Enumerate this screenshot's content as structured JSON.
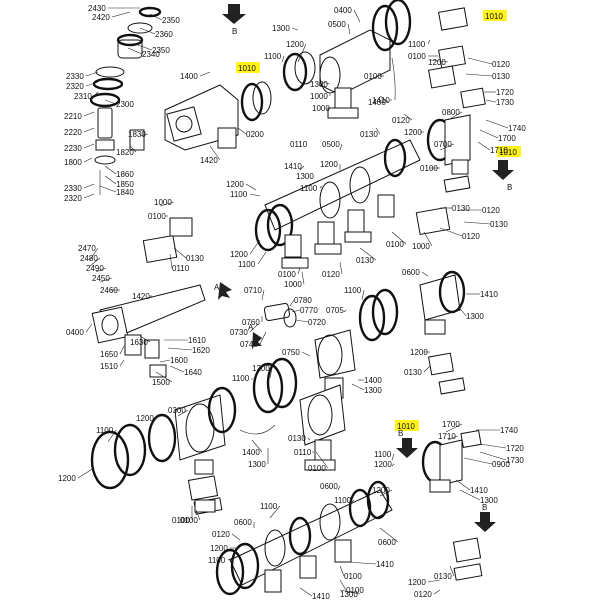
{
  "diagram": {
    "highlight_color": "#fff200",
    "arrow_labels": [
      "B",
      "B",
      "A",
      "A",
      "B",
      "B"
    ],
    "highlighted": [
      "1010",
      "1010",
      "1010",
      "1010"
    ],
    "labels": [
      "2430",
      "2420",
      "2350",
      "2360",
      "2350",
      "2340",
      "2330",
      "2320",
      "2310",
      "2300",
      "2210",
      "2220",
      "2230",
      "1830",
      "1820",
      "1800",
      "1860",
      "1850",
      "1840",
      "2330",
      "2320",
      "1400",
      "1300",
      "1200",
      "1100",
      "0500",
      "0400",
      "1420",
      "0200",
      "1000",
      "0100",
      "0120",
      "0130",
      "1200",
      "1100",
      "1300",
      "1400",
      "1410",
      "1000",
      "0100",
      "0120",
      "0130",
      "1200",
      "1720",
      "1730",
      "1740",
      "1700",
      "1710",
      "0800",
      "0110",
      "1410",
      "1300",
      "1200",
      "1100",
      "0500",
      "0100",
      "0700",
      "1200",
      "1100",
      "0120",
      "0130",
      "1000",
      "0100",
      "0110",
      "0130",
      "1200",
      "1100",
      "0100",
      "1000",
      "0120",
      "0130",
      "0100",
      "1000",
      "0120",
      "0130",
      "2470",
      "2480",
      "2490",
      "2450",
      "2460",
      "1420",
      "0400",
      "0710",
      "0760",
      "0730",
      "0740",
      "0780",
      "0770",
      "0720",
      "1100",
      "0705",
      "0600",
      "1410",
      "1300",
      "1200",
      "1650",
      "1630",
      "1610",
      "1620",
      "1510",
      "1600",
      "1500",
      "1640",
      "1100",
      "1200",
      "0750",
      "1400",
      "1300",
      "0130",
      "1200",
      "0300",
      "1100",
      "1200",
      "1400",
      "1300",
      "0130",
      "1100",
      "1200",
      "1700",
      "1740",
      "1710",
      "1720",
      "1730",
      "0900",
      "0100",
      "0110",
      "1410",
      "1300",
      "1200",
      "1100",
      "0600",
      "1100",
      "0120",
      "0100",
      "0100",
      "0600",
      "1200",
      "1100",
      "0600",
      "1410",
      "0100",
      "0130",
      "1200",
      "0120",
      "0100",
      "1410",
      "1300"
    ]
  }
}
